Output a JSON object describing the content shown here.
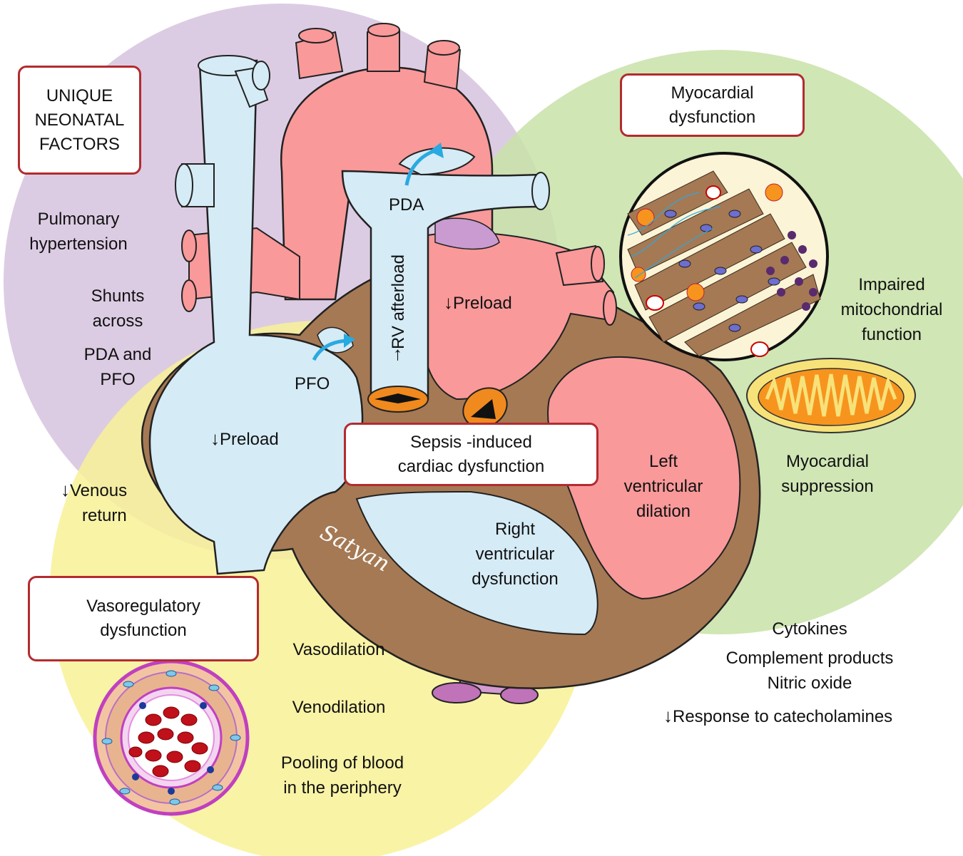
{
  "boxes": {
    "neonatal": "UNIQUE\nNEONATAL\nFACTORS",
    "myocardial": "Myocardial\ndysfunction",
    "sepsis": "Sepsis -induced\ncardiac dysfunction",
    "vasoregulatory": "Vasoregulatory\ndysfunction"
  },
  "neonatal_factors": {
    "pulm_hyp_1": "Pulmonary",
    "pulm_hyp_2": "hypertension",
    "shunts_1": "Shunts",
    "shunts_2": "across",
    "shunts_3": "PDA and",
    "shunts_4": "PFO"
  },
  "heart_labels": {
    "pda": "PDA",
    "pfo": "PFO",
    "rv_afterload": "RV afterload",
    "preload_upper": "Preload",
    "preload_lower": "Preload",
    "venous_1": "Venous",
    "venous_2": "return",
    "lv_1": "Left",
    "lv_2": "ventricular",
    "lv_3": "dilation",
    "rv_1": "Right",
    "rv_2": "ventricular",
    "rv_3": "dysfunction",
    "signature": "Satyan"
  },
  "myocardial_items": {
    "mito_1": "Impaired",
    "mito_2": "mitochondrial",
    "mito_3": "function",
    "supp_1": "Myocardial",
    "supp_2": "suppression"
  },
  "mediators": {
    "cytokines": "Cytokines",
    "complement": "Complement products",
    "nitric": "Nitric oxide",
    "catechol": "Response to catecholamines"
  },
  "vascular": {
    "vasodilation": "Vasodilation",
    "venodilation": "Venodilation",
    "pooling_1": "Pooling of blood",
    "pooling_2": "in the periphery"
  },
  "arrow_down": "↓",
  "arrow_up": "↑",
  "colors": {
    "purple_circle": "#d9c8e1",
    "green_circle": "#c8e2a8",
    "yellow_circle": "#f8f197",
    "venous_blue": "#d5ebf6",
    "arterial_red": "#f9999a",
    "myocardium_brown": "#a57954",
    "box_border": "#b32b2f",
    "flow_arrow": "#29a9e1"
  }
}
